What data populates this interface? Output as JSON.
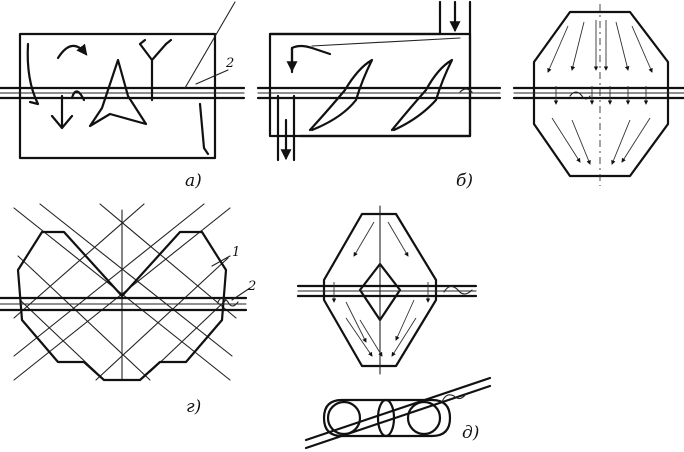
{
  "panels": {
    "a": {
      "label": "а)",
      "numbers": [
        "2"
      ]
    },
    "b": {
      "label": "б)"
    },
    "v": {
      "label": ""
    },
    "g": {
      "label": "г)",
      "numbers": [
        "1",
        "2"
      ]
    },
    "d": {
      "label": "д)"
    }
  }
}
